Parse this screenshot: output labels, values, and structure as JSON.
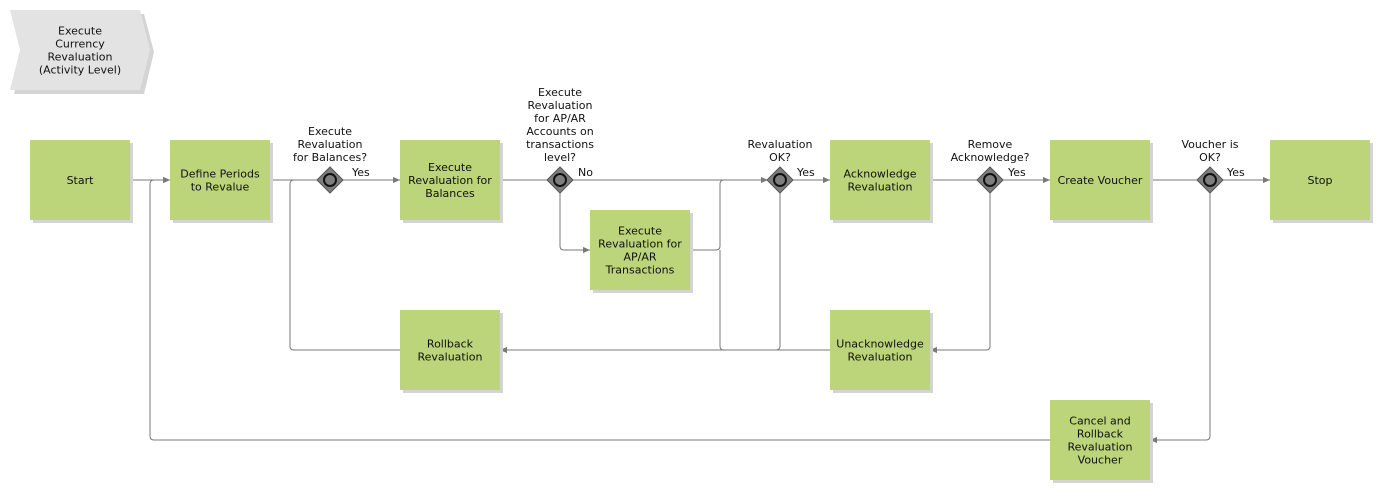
{
  "diagram": {
    "header": {
      "lines": [
        "Execute",
        "Currency",
        "Revaluation",
        "(Activity Level)"
      ]
    },
    "nodes": {
      "start": {
        "lines": [
          "Start"
        ]
      },
      "define_periods": {
        "lines": [
          "Define Periods",
          "to Revalue"
        ]
      },
      "exec_balances": {
        "lines": [
          "Execute",
          "Revaluation for",
          "Balances"
        ]
      },
      "exec_apar": {
        "lines": [
          "Execute",
          "Revaluation for",
          "AP/AR",
          "Transactions"
        ]
      },
      "acknowledge": {
        "lines": [
          "Acknowledge",
          "Revaluation"
        ]
      },
      "create_voucher": {
        "lines": [
          "Create Voucher"
        ]
      },
      "stop": {
        "lines": [
          "Stop"
        ]
      },
      "rollback": {
        "lines": [
          "Rollback",
          "Revaluation"
        ]
      },
      "unacknowledge": {
        "lines": [
          "Unacknowledge",
          "Revaluation"
        ]
      },
      "cancel_rollback": {
        "lines": [
          "Cancel and",
          "Rollback",
          "Revaluation",
          "Voucher"
        ]
      }
    },
    "gateways": {
      "g_balances": {
        "lines": [
          "Execute",
          "Revaluation",
          "for Balances?"
        ]
      },
      "g_apar": {
        "lines": [
          "Execute",
          "Revaluation",
          "for AP/AR",
          "Accounts on",
          "transactions",
          "level?"
        ]
      },
      "g_reval_ok": {
        "lines": [
          "Revaluation",
          "OK?"
        ]
      },
      "g_remove_ack": {
        "lines": [
          "Remove",
          "Acknowledge?"
        ]
      },
      "g_voucher_ok": {
        "lines": [
          "Voucher is",
          "OK?"
        ]
      }
    },
    "edge_labels": {
      "yes_balances": "Yes",
      "no_apar": "No",
      "yes_reval_ok": "Yes",
      "yes_remove_ack": "Yes",
      "yes_voucher_ok": "Yes"
    },
    "colors": {
      "task_fill": "#bcd47a",
      "task_shadow": "#d4d4d4",
      "header_fill": "#e3e3e3",
      "gateway_fill": "#7e7e7e",
      "edge": "#7a7a7a"
    }
  }
}
